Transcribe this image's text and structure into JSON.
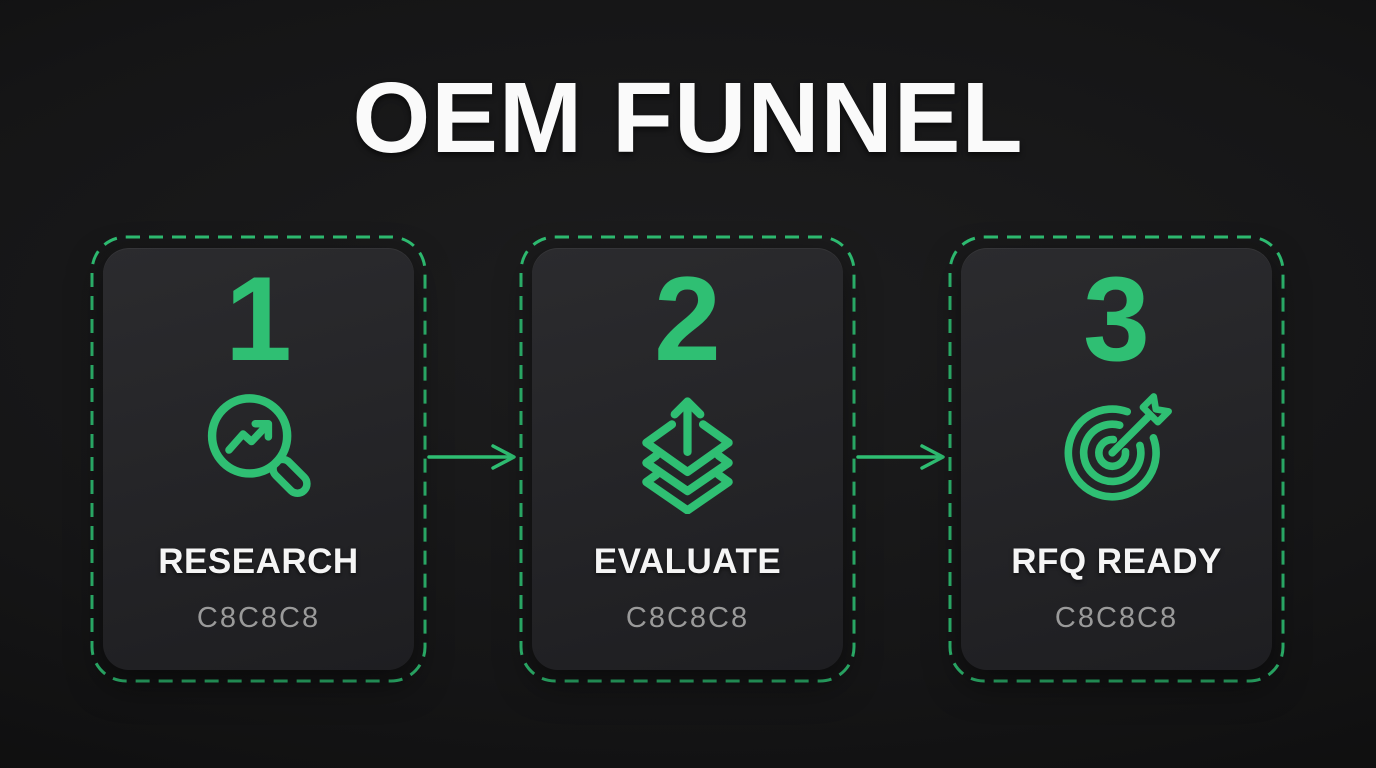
{
  "title": "OEM FUNNEL",
  "colors": {
    "accent_green": "#2fbf73",
    "background": "#141415",
    "card_background": "#242427",
    "primary_text": "#fafafa",
    "secondary_text": "#9a9a9a"
  },
  "steps": [
    {
      "number": "1",
      "icon": "magnifier-trend-icon",
      "label": "RESEARCH",
      "sublabel": "C8C8C8"
    },
    {
      "number": "2",
      "icon": "layers-up-icon",
      "label": "EVALUATE",
      "sublabel": "C8C8C8"
    },
    {
      "number": "3",
      "icon": "target-dart-icon",
      "label": "RFQ READY",
      "sublabel": "C8C8C8"
    }
  ],
  "connectors": [
    {
      "icon": "flow-arrow-right-icon"
    },
    {
      "icon": "flow-arrow-right-icon"
    }
  ]
}
